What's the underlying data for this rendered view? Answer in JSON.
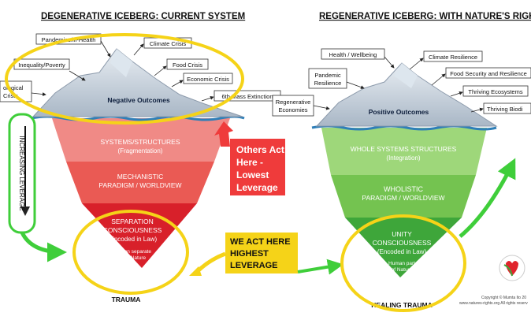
{
  "left": {
    "title": "DEGENERATIVE ICEBERG: CURRENT SYSTEM",
    "boxes": {
      "illness": "Pandemics/Ill-Health",
      "climate": "Climate Crisis",
      "inequality": "Inequality/Poverty",
      "food": "Food Crisis",
      "economic": "Economic Crisis",
      "ecological_1": "ological",
      "ecological_2": "Crisis",
      "extinction": "6th Mass Extinction"
    },
    "tip_label": "Negative Outcomes",
    "layer1": [
      "SYSTEMS/STRUCTURES",
      "(Fragmentation)"
    ],
    "layer2": [
      "MECHANISTIC",
      "PARADIGM / WORLDVIEW"
    ],
    "layer3": [
      "SEPARATION",
      "CONSCIOUSNESS",
      "(Encoded in Law)",
      "Human separate",
      "from Nature"
    ],
    "bottom": "TRAUMA",
    "side_label": "INCREASING LEVERAGE"
  },
  "right": {
    "title": "REGENERATIVE ICEBERG: WITH NATURE'S RIGHTS",
    "boxes": {
      "health": "Health / Wellbeing",
      "climate": "Climate Resilience",
      "pandemic_1": "Pandemic",
      "pandemic_2": "Resilience",
      "food": "Food Security and Resilience",
      "ecosystems": "Thriving Ecosystems",
      "regen_1": "Regenerative",
      "regen_2": "Economies",
      "biodiversity": "Thriving Biodi"
    },
    "tip_label": "Positive Outcomes",
    "layer1": [
      "WHOLE SYSTEMS STRUCTURES",
      "(Integration)"
    ],
    "layer2": [
      "WHOLISTIC",
      "PARADIGM / WORLDVIEW"
    ],
    "layer3": [
      "UNITY",
      "CONSCIOUSNESS",
      "(Encoded in Law)",
      "Human part",
      "of Nature"
    ],
    "bottom": "HEALING TRAUMA"
  },
  "others_callout": [
    "Others Act",
    "Here -",
    "Lowest",
    "Leverage"
  ],
  "we_callout": [
    "WE ACT HERE",
    "HIGHEST",
    "LEVERAGE"
  ],
  "footer": {
    "copyright": "Copyright © Mumta Ito 20",
    "site": "www.natures-rights.org All rights reserv"
  },
  "colors": {
    "red_top": "#f07a76",
    "red_mid": "#ea5a54",
    "red_tip": "#d8202a",
    "green_top": "#9ed77a",
    "green_mid": "#74c350",
    "green_tip": "#3ea63a",
    "yellow": "#f5d318",
    "arrow_green": "#3fce3a",
    "callout_red": "#ef3b3b",
    "water": "#2f7fb8"
  }
}
